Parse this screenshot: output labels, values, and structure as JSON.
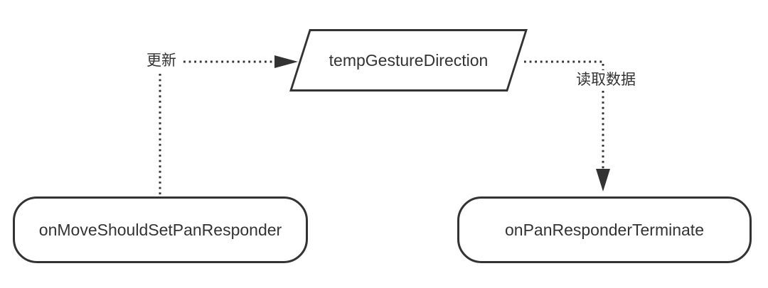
{
  "diagram": {
    "background_color": "#ffffff",
    "stroke_color": "#333333",
    "text_color": "#333333",
    "nodes": {
      "temp_gesture_direction": {
        "label": "tempGestureDirection",
        "shape": "parallelogram"
      },
      "on_move_should_set_pan_responder": {
        "label": "onMoveShouldSetPanResponder",
        "shape": "rounded-rectangle"
      },
      "on_pan_responder_terminate": {
        "label": "onPanResponderTerminate",
        "shape": "rounded-rectangle"
      }
    },
    "edges": {
      "update": {
        "label": "更新",
        "from": "onMoveShouldSetPanResponder",
        "to": "tempGestureDirection",
        "style": "dotted",
        "arrow": "into parallelogram left side"
      },
      "read_data": {
        "label": "读取数据",
        "from": "tempGestureDirection",
        "to": "onPanResponderTerminate",
        "style": "dotted",
        "arrow": "down into rounded rectangle top"
      }
    }
  }
}
